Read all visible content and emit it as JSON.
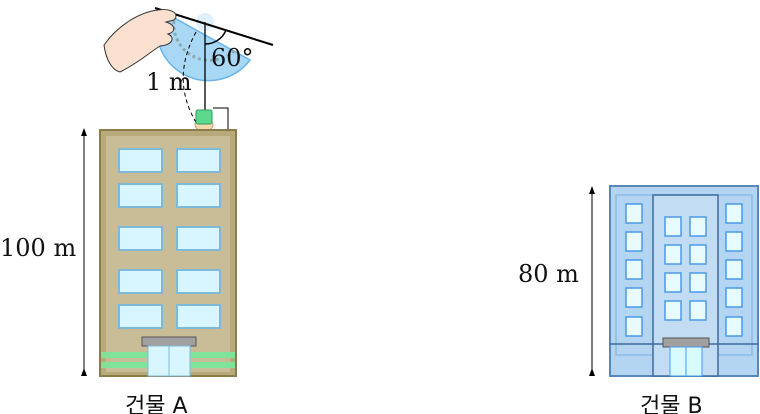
{
  "labels": {
    "angle": "60°",
    "string_length": "1 m",
    "height_a": "100 m",
    "height_b": "80 m",
    "building_a": "건물  A",
    "building_b": "건물  B"
  },
  "colors": {
    "building_a": "#b5a577",
    "building_b": "#a9cdee",
    "window": "#d8f6ff",
    "protractor": "#7fc3f2"
  }
}
